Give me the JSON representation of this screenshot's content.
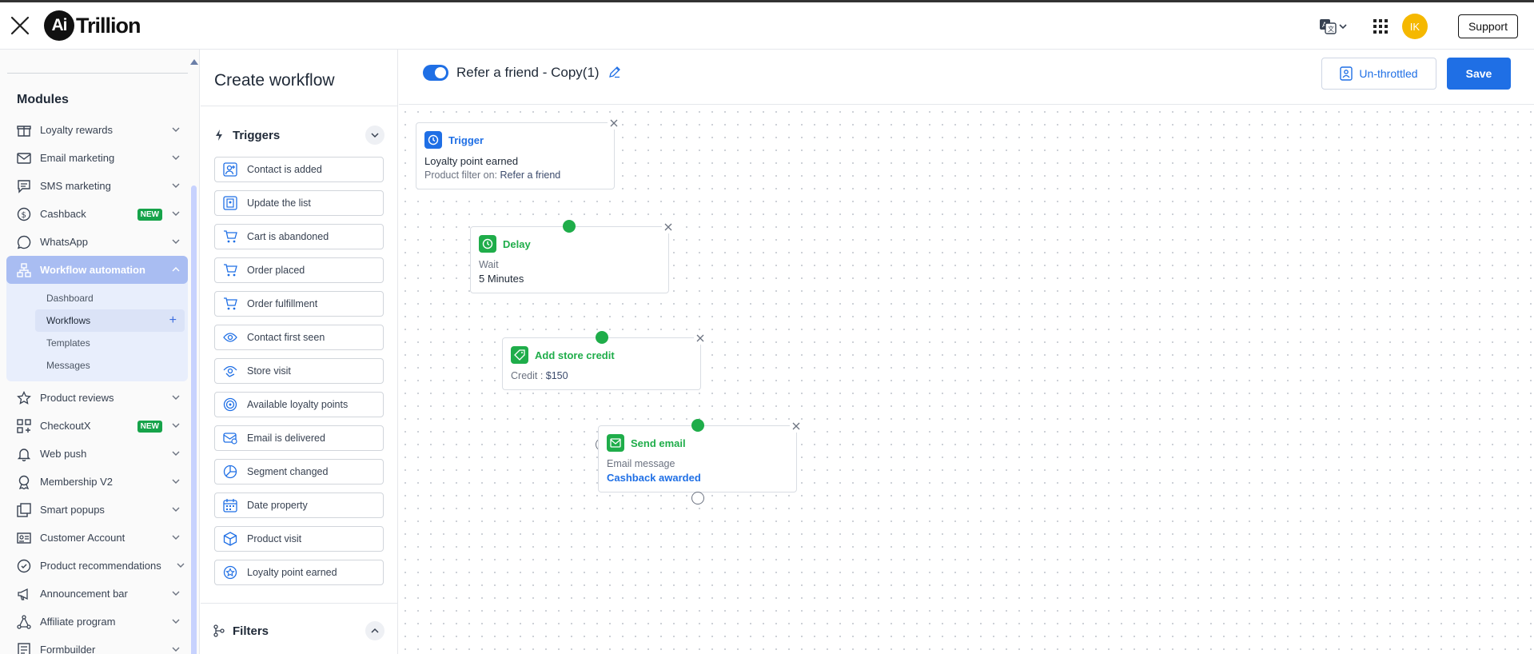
{
  "header": {
    "brand_mark": "Ai",
    "brand_name": "Trillion",
    "avatar_initials": "IK",
    "support_label": "Support"
  },
  "sidebar": {
    "title": "Modules",
    "items": [
      {
        "label": "Loyalty rewards",
        "icon": "loyalty-icon"
      },
      {
        "label": "Email marketing",
        "icon": "mail-icon"
      },
      {
        "label": "SMS marketing",
        "icon": "chat-icon"
      },
      {
        "label": "Cashback",
        "icon": "dollar-circle-icon",
        "badge": "NEW"
      },
      {
        "label": "WhatsApp",
        "icon": "whatsapp-icon"
      },
      {
        "label": "Workflow automation",
        "icon": "workflow-icon",
        "active": true
      },
      {
        "label": "Product reviews",
        "icon": "star-icon"
      },
      {
        "label": "CheckoutX",
        "icon": "grid-icon",
        "badge": "NEW"
      },
      {
        "label": "Web push",
        "icon": "bell-icon"
      },
      {
        "label": "Membership V2",
        "icon": "award-icon"
      },
      {
        "label": "Smart popups",
        "icon": "popup-icon"
      },
      {
        "label": "Customer Account",
        "icon": "id-card-icon"
      },
      {
        "label": "Product recommendations",
        "icon": "recommend-icon"
      },
      {
        "label": "Announcement bar",
        "icon": "megaphone-icon"
      },
      {
        "label": "Affiliate program",
        "icon": "network-icon"
      },
      {
        "label": "Formbuilder",
        "icon": "form-icon"
      }
    ],
    "workflow_submenu": [
      "Dashboard",
      "Workflows",
      "Templates",
      "Messages"
    ]
  },
  "panel": {
    "title": "Create workflow",
    "triggers_label": "Triggers",
    "filters_label": "Filters",
    "triggers": [
      {
        "label": "Contact is added",
        "icon": "contact-add-icon"
      },
      {
        "label": "Update the list",
        "icon": "list-icon"
      },
      {
        "label": "Cart is abandoned",
        "icon": "cart-icon"
      },
      {
        "label": "Order placed",
        "icon": "cart-icon"
      },
      {
        "label": "Order fulfillment",
        "icon": "cart-icon"
      },
      {
        "label": "Contact first seen",
        "icon": "eye-icon"
      },
      {
        "label": "Store visit",
        "icon": "eye-hand-icon"
      },
      {
        "label": "Available loyalty points",
        "icon": "target-icon"
      },
      {
        "label": "Email is delivered",
        "icon": "email-delivered-icon"
      },
      {
        "label": "Segment changed",
        "icon": "segment-icon"
      },
      {
        "label": "Date property",
        "icon": "calendar-icon"
      },
      {
        "label": "Product visit",
        "icon": "box-icon"
      },
      {
        "label": "Loyalty point earned",
        "icon": "loyalty-badge-icon"
      }
    ]
  },
  "workflow": {
    "name": "Refer a friend - Copy(1)",
    "enabled": true,
    "unthrottled_label": "Un-throttled",
    "save_label": "Save"
  },
  "nodes": {
    "trigger": {
      "title": "Trigger",
      "line1": "Loyalty point earned",
      "filter_prefix": "Product filter on:",
      "filter_value": "Refer a friend"
    },
    "delay": {
      "title": "Delay",
      "line1": "Wait",
      "line2": "5 Minutes"
    },
    "credit": {
      "title": "Add store credit",
      "prefix": "Credit :",
      "value": "$150"
    },
    "email": {
      "title": "Send email",
      "line1": "Email message",
      "line2": "Cashback awarded"
    }
  },
  "colors": {
    "primary": "#1f6fe5",
    "success": "#1fad4a",
    "avatar": "#f5b800",
    "menu_active": "#a9bdf2"
  }
}
